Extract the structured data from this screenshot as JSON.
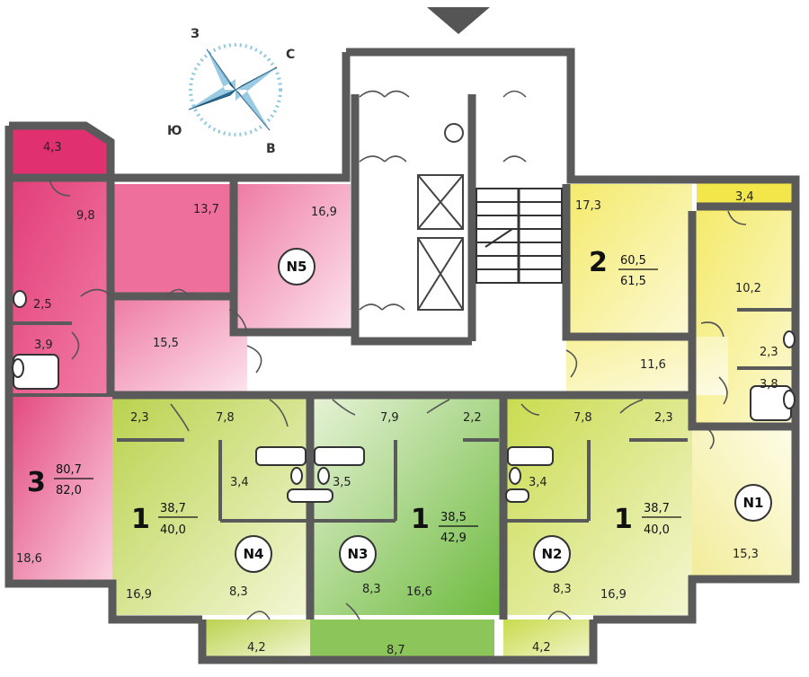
{
  "colors": {
    "wall": "#5a5a5a",
    "apartment_3": "#e0407a",
    "apartment_5": "#f08cb0",
    "apartment_2": "#f5ef8a",
    "apartment_1_left": "#c8dc6a",
    "apartment_1_mid": "#8fc95a",
    "apartment_1_right": "#d8e47a",
    "apartment_N1": "#faf5b8",
    "corridor": "#ffffff",
    "compass_ring": "#8fc9e0",
    "compass_star": "#4a8fb8"
  },
  "compass": {
    "north_label": "С",
    "south_label": "Ю",
    "east_label": "В",
    "west_label": "З"
  },
  "rooms": {
    "r4_3": "4,3",
    "r9_8": "9,8",
    "r13_7": "13,7",
    "r16_9_top": "16,9",
    "r2_5": "2,5",
    "r3_9": "3,9",
    "r15_5": "15,5",
    "r18_6": "18,6",
    "r17_3": "17,3",
    "r3_4_top": "3,4",
    "r10_2": "10,2",
    "r11_6": "11,6",
    "r2_3_right": "2,3",
    "r3_8": "3,8",
    "r15_3": "15,3",
    "r2_3_a": "2,3",
    "r7_8_a": "7,8",
    "r7_9": "7,9",
    "r2_2": "2,2",
    "r7_8_b": "7,8",
    "r2_3_b": "2,3",
    "r3_4_a": "3,4",
    "r3_5": "3,5",
    "r3_4_b": "3,4",
    "r16_9_a": "16,9",
    "r8_3_a": "8,3",
    "r8_3_b": "8,3",
    "r16_6": "16,6",
    "r8_3_c": "8,3",
    "r16_9_b": "16,9",
    "r4_2_a": "4,2",
    "r8_7": "8,7",
    "r4_2_b": "4,2"
  },
  "apartments": {
    "a3": {
      "rooms": "3",
      "living": "80,7",
      "total": "82,0"
    },
    "a2": {
      "rooms": "2",
      "living": "60,5",
      "total": "61,5"
    },
    "a1_left": {
      "rooms": "1",
      "living": "38,7",
      "total": "40,0"
    },
    "a1_mid": {
      "rooms": "1",
      "living": "38,5",
      "total": "42,9"
    },
    "a1_right": {
      "rooms": "1",
      "living": "38,7",
      "total": "40,0"
    }
  },
  "badges": {
    "n5": "N5",
    "n1": "N1",
    "n4": "N4",
    "n3": "N3",
    "n2": "N2"
  }
}
